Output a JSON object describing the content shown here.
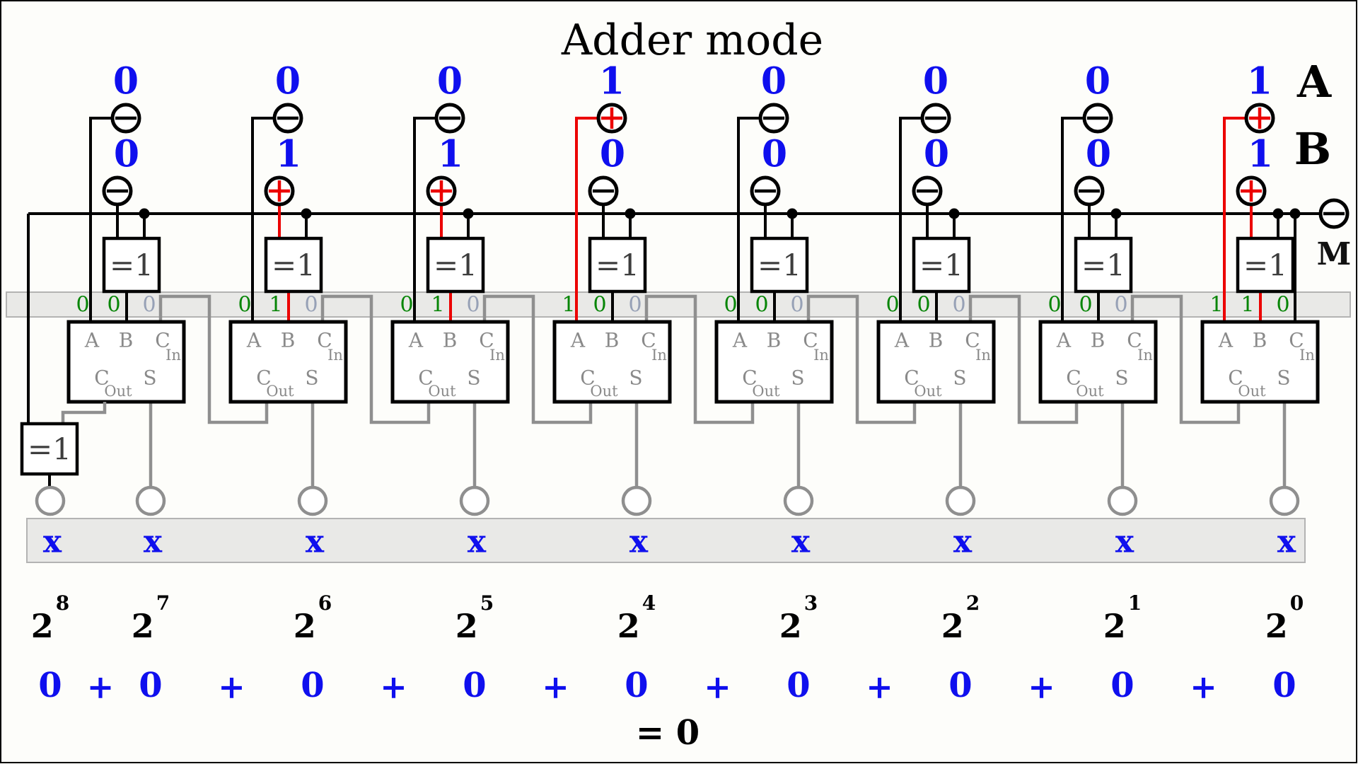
{
  "title": "Adder mode",
  "labels": {
    "a": "A",
    "b": "B",
    "m": "M"
  },
  "gate_label": "=1",
  "overflow_gate_label": "=1",
  "adder_pins": {
    "a": "A",
    "b": "B",
    "c": "C",
    "in_sub": "In",
    "cout_c": "C",
    "out_sub": "Out",
    "s": "S"
  },
  "mode_switch": {
    "label": "M",
    "value": "0",
    "sign": "minus"
  },
  "columns": [
    {
      "bit": 7,
      "a": "0",
      "b": "0",
      "a_sign": "minus",
      "b_sign": "minus",
      "bar_digits": [
        "0",
        "0",
        "0"
      ],
      "bar_colors": [
        "green",
        "green",
        "slate"
      ]
    },
    {
      "bit": 6,
      "a": "0",
      "b": "1",
      "a_sign": "minus",
      "b_sign": "plus",
      "bar_digits": [
        "0",
        "1",
        "0"
      ],
      "bar_colors": [
        "green",
        "green",
        "slate"
      ]
    },
    {
      "bit": 5,
      "a": "0",
      "b": "1",
      "a_sign": "minus",
      "b_sign": "plus",
      "bar_digits": [
        "0",
        "1",
        "0"
      ],
      "bar_colors": [
        "green",
        "green",
        "slate"
      ]
    },
    {
      "bit": 4,
      "a": "1",
      "b": "0",
      "a_sign": "plus",
      "b_sign": "minus",
      "bar_digits": [
        "1",
        "0",
        "0"
      ],
      "bar_colors": [
        "green",
        "green",
        "slate"
      ]
    },
    {
      "bit": 3,
      "a": "0",
      "b": "0",
      "a_sign": "minus",
      "b_sign": "minus",
      "bar_digits": [
        "0",
        "0",
        "0"
      ],
      "bar_colors": [
        "green",
        "green",
        "slate"
      ]
    },
    {
      "bit": 2,
      "a": "0",
      "b": "0",
      "a_sign": "minus",
      "b_sign": "minus",
      "bar_digits": [
        "0",
        "0",
        "0"
      ],
      "bar_colors": [
        "green",
        "green",
        "slate"
      ]
    },
    {
      "bit": 1,
      "a": "0",
      "b": "0",
      "a_sign": "minus",
      "b_sign": "minus",
      "bar_digits": [
        "0",
        "0",
        "0"
      ],
      "bar_colors": [
        "green",
        "green",
        "slate"
      ]
    },
    {
      "bit": 0,
      "a": "1",
      "b": "1",
      "a_sign": "plus",
      "b_sign": "plus",
      "bar_digits": [
        "1",
        "1",
        "0"
      ],
      "bar_colors": [
        "green",
        "green",
        "green"
      ]
    }
  ],
  "outputs": {
    "unknown_symbol": "x",
    "power_base": "2",
    "exponents": [
      "8",
      "7",
      "6",
      "5",
      "4",
      "3",
      "2",
      "1",
      "0"
    ],
    "sum_values": [
      "0",
      "0",
      "0",
      "0",
      "0",
      "0",
      "0",
      "0",
      "0"
    ],
    "plus_sign": "+",
    "result": "= 0"
  },
  "colors": {
    "blue": "#0f0fee",
    "red": "#ec0000",
    "green_label": "#117a11",
    "green_digit": "#068506",
    "slate_digit": "#97a1b6",
    "wire_gray": "#8f8f8f",
    "text_gray": "#8a8a8a",
    "gate_text": "#3d3d3d",
    "bar_fill": "#e9e9e7",
    "bar_border": "#b3b3b3",
    "black": "#000000"
  }
}
